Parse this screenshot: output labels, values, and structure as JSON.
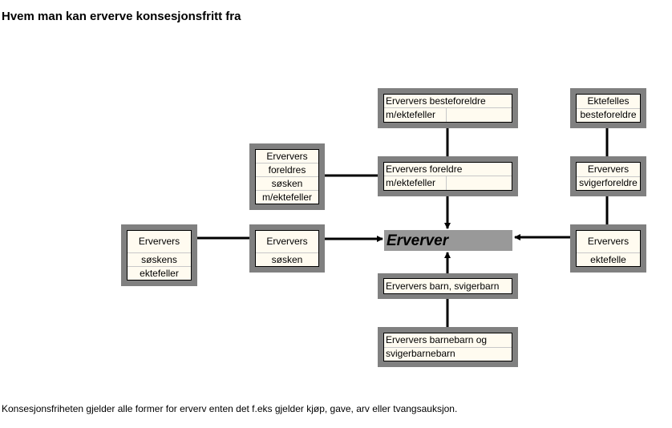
{
  "title": "Hvem man kan erverve konsesjonsfritt fra",
  "footer": "Konsesjonsfriheten gjelder alle former for  erverv enten det f.eks gjelder kjøp, gave, arv eller tvangsauksjon.",
  "center": "Erverver",
  "boxes": {
    "besteforeldre": [
      "Erververs besteforeldre",
      "m/ektefeller"
    ],
    "foreldre": [
      "Erververs foreldre",
      "m/ektefeller"
    ],
    "foreldres_sosken": [
      "Erververs",
      "foreldres",
      "søsken",
      "m/ektefeller"
    ],
    "ektefelles_besteforeldre": [
      "Ektefelles",
      "besteforeldre"
    ],
    "svigerforeldre": [
      "Erververs",
      "svigerforeldre"
    ],
    "soskens_ektefeller": [
      "Erververs",
      "søskens",
      "ektefeller"
    ],
    "sosken": [
      "Erververs",
      "søsken"
    ],
    "ektefelle": [
      "Erververs",
      "ektefelle"
    ],
    "barn": [
      "Erververs barn, svigerbarn"
    ],
    "barnebarn": [
      "Erververs barnebarn og",
      "svigerbarnebarn"
    ]
  }
}
